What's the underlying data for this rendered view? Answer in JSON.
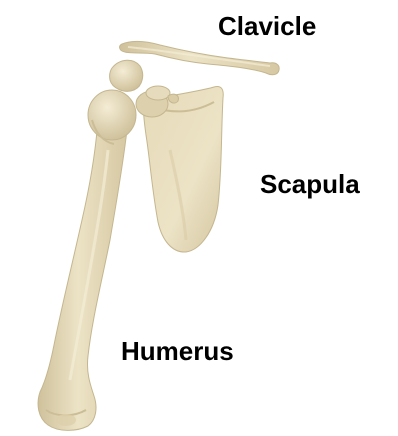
{
  "diagram": {
    "labels": {
      "clavicle": "Clavicle",
      "scapula": "Scapula",
      "humerus": "Humerus"
    },
    "colors": {
      "bone_fill": "#e9dfc0",
      "bone_shade": "#cfc19b",
      "bone_dark": "#b8a982",
      "bone_highlight": "#f6efdb",
      "background": "#ffffff",
      "label": "#000000"
    }
  }
}
